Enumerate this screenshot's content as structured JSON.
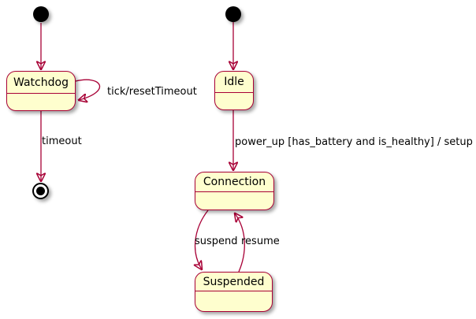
{
  "colors": {
    "state_fill": "#fefece",
    "state_border": "#a80036",
    "arrow": "#a80036",
    "text": "#000000",
    "bg": "#ffffff"
  },
  "diagram_type": "state-machine",
  "states": {
    "watchdog": {
      "label": "Watchdog"
    },
    "idle": {
      "label": "Idle"
    },
    "connection": {
      "label": "Connection"
    },
    "suspended": {
      "label": "Suspended"
    }
  },
  "transitions": {
    "tick": {
      "label": "tick/resetTimeout"
    },
    "timeout": {
      "label": "timeout"
    },
    "power_up": {
      "label": "power_up [has_battery and is_healthy] / setup"
    },
    "suspend": {
      "label": "suspend"
    },
    "resume": {
      "label": "resume"
    }
  }
}
